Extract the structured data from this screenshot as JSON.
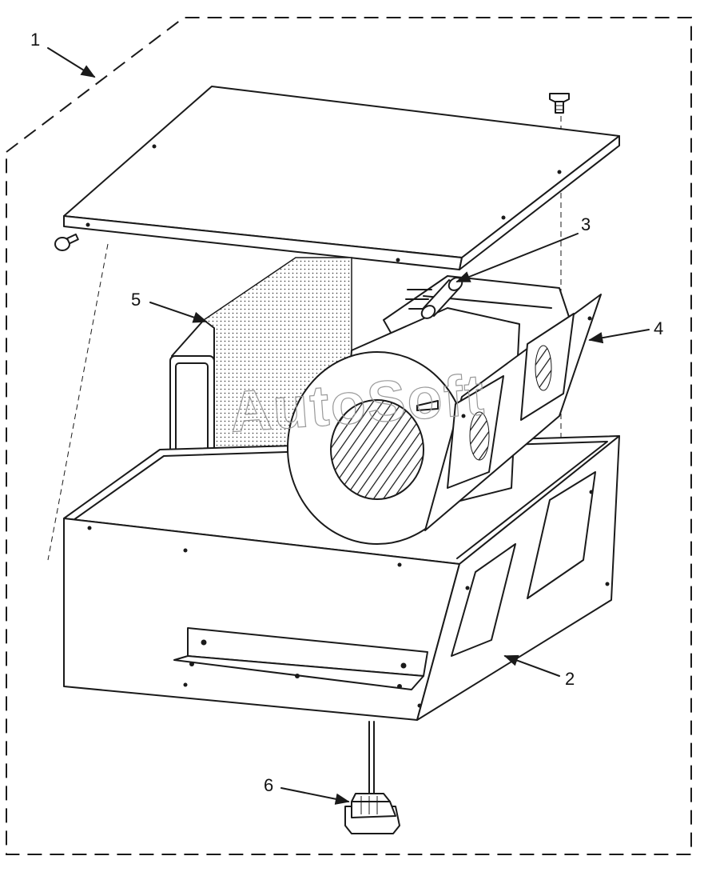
{
  "callouts": [
    {
      "id": "1",
      "label": "1"
    },
    {
      "id": "2",
      "label": "2"
    },
    {
      "id": "3",
      "label": "3"
    },
    {
      "id": "4",
      "label": "4"
    },
    {
      "id": "5",
      "label": "5"
    },
    {
      "id": "6",
      "label": "6"
    }
  ],
  "watermark": "AutoSoft",
  "colors": {
    "ink": "#1a1a1a",
    "background": "#ffffff",
    "watermark": "#9a9a9a"
  }
}
